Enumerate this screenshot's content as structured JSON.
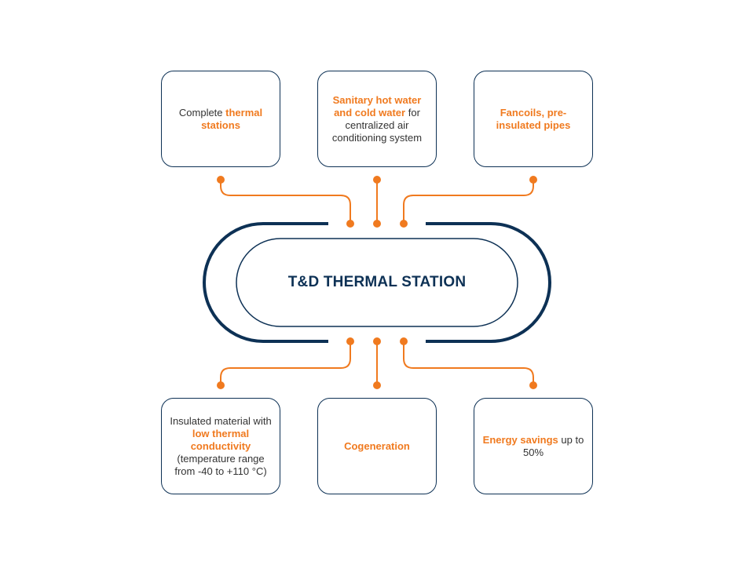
{
  "title": "T&D THERMAL STATION",
  "colors": {
    "navy": "#0d3155",
    "orange": "#f07a1f",
    "text": "#333333"
  },
  "boxes": {
    "top_left": {
      "pre": "Complete ",
      "highlight": "thermal stations",
      "post": ""
    },
    "top_center": {
      "pre": "",
      "highlight": "Sanitary hot water and cold water",
      "post": " for centralized air conditioning system"
    },
    "top_right": {
      "pre": "",
      "highlight": "Fancoils, pre-insulated pipes",
      "post": ""
    },
    "bottom_left": {
      "pre": "Insulated material with ",
      "highlight": "low thermal conductivity",
      "post": " (temperature range from -40 to +110 °C)"
    },
    "bottom_center": {
      "pre": "",
      "highlight": "Cogeneration",
      "post": ""
    },
    "bottom_right": {
      "pre": "",
      "highlight": "Energy savings",
      "post": " up to 50%"
    }
  }
}
